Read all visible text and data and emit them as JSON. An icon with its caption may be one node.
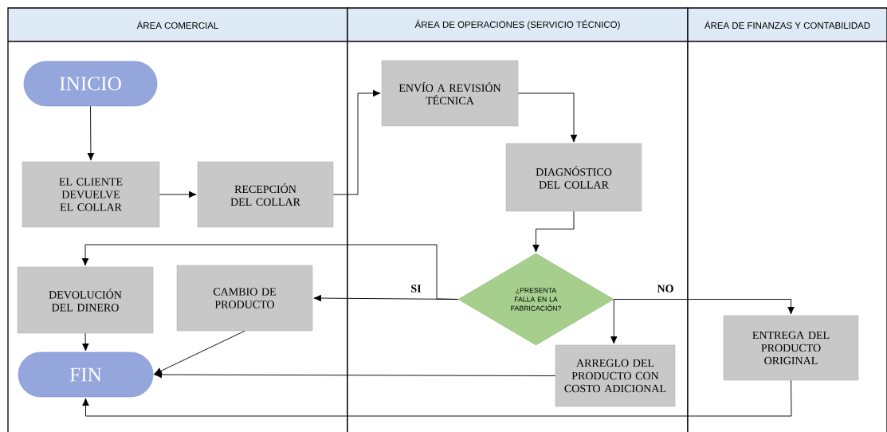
{
  "diagram": {
    "nodes": [
      {
        "text": [
          "ÁREA COMERCIAL"
        ]
      },
      {
        "text": [
          "ÁREA DE OPERACIONES (SERVICIO TÉCNICO)"
        ]
      },
      {
        "text": [
          "ÁREA DE FINANZAS Y CONTABILIDAD"
        ]
      },
      {
        "text": [
          "INICIO"
        ],
        "in": 0
      },
      {
        "text": [
          "EL CLIENTE DEVUELVE EL COLLAR"
        ],
        "in": 0
      },
      {
        "text": [
          "RECEPCIÓN DEL COLLAR"
        ],
        "in": 0
      },
      {
        "text": [
          "ENVÍO A REVISIÓN TÉCNICA"
        ],
        "in": 1
      },
      {
        "text": [
          "DIAGNÓSTICO DEL COLLAR"
        ],
        "in": 1
      },
      {
        "text": [
          "¿PRESENTA FALLA EN LA FABRICACIÓN?"
        ],
        "in": 1
      },
      {
        "text": [
          "DEVOLUCIÓN DEL DINERO"
        ],
        "in": 0
      },
      {
        "text": [
          "CAMBIO DE PRODUCTO"
        ],
        "in": 0
      },
      {
        "text": [
          "FIN"
        ],
        "in": 0
      },
      {
        "text": [
          "ARREGLO DEL PRODUCTO CON COSTO ADICIONAL"
        ],
        "in": 1
      },
      {
        "text": [
          "ENTREGA DEL PRODUCTO ORIGINAL"
        ],
        "in": 2
      }
    ],
    "edges": [
      {
        "from": 3,
        "to": 4,
        "arrow": "to"
      },
      {
        "from": 4,
        "to": 5,
        "arrow": "to"
      },
      {
        "from": 5,
        "to": 6,
        "arrow": "to"
      },
      {
        "from": 6,
        "to": 7,
        "arrow": "to"
      },
      {
        "from": 7,
        "to": 8,
        "arrow": "to"
      },
      {
        "from": 8,
        "to": 9,
        "arrow": "to"
      },
      {
        "from": 8,
        "to": 10,
        "arrow": "to",
        "label": "SI"
      },
      {
        "from": 8,
        "to": 12,
        "arrow": "to"
      },
      {
        "from": 8,
        "to": 13,
        "arrow": "to",
        "label": "NO"
      },
      {
        "from": 9,
        "to": 11,
        "arrow": "to"
      },
      {
        "from": 10,
        "to": 11,
        "arrow": "to"
      },
      {
        "from": 12,
        "to": 11,
        "arrow": "to"
      },
      {
        "from": 13,
        "to": 11,
        "arrow": "to"
      }
    ]
  }
}
